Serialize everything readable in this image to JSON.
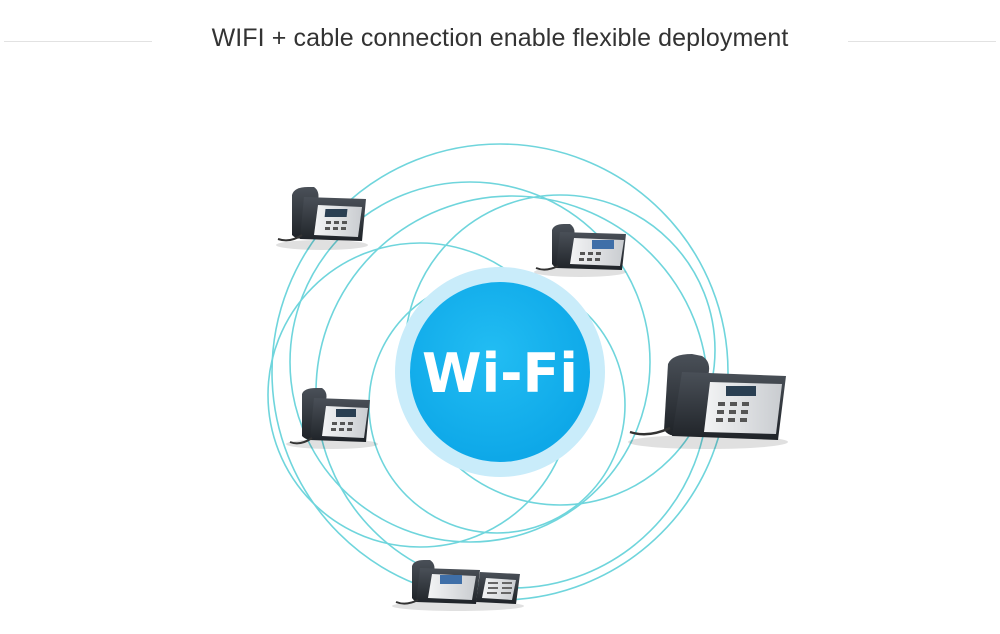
{
  "header": {
    "title": "WIFI + cable connection enable flexible deployment"
  },
  "hub": {
    "label": "Wi-Fi",
    "outer_color": "#c9ecfa",
    "inner_color": "#12b2ee",
    "text_color": "#ffffff"
  },
  "rings": {
    "color": "#6fd5dc"
  },
  "devices": [
    {
      "id": "phone-top-left",
      "type": "ip-desk-phone"
    },
    {
      "id": "phone-top-right",
      "type": "ip-desk-phone-color-screen"
    },
    {
      "id": "phone-middle-left",
      "type": "ip-desk-phone"
    },
    {
      "id": "phone-middle-right",
      "type": "ip-desk-phone-large"
    },
    {
      "id": "phone-bottom",
      "type": "ip-desk-phone-with-expansion"
    }
  ]
}
